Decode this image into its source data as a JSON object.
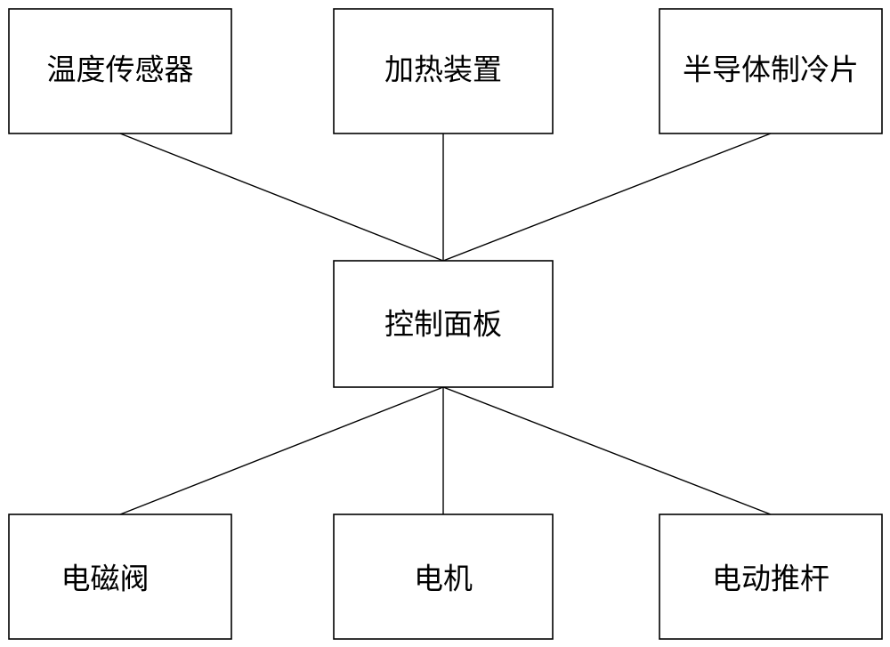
{
  "nodes": {
    "temp_sensor": {
      "label": "温度传感器"
    },
    "heater": {
      "label": "加热装置"
    },
    "peltier": {
      "label": "半导体制冷片"
    },
    "control_panel": {
      "label": "控制面板"
    },
    "solenoid_valve": {
      "label": "电磁阀"
    },
    "motor": {
      "label": "电机"
    },
    "actuator": {
      "label": "电动推杆"
    }
  },
  "edges": [
    {
      "from": "temp_sensor",
      "to": "control_panel"
    },
    {
      "from": "heater",
      "to": "control_panel"
    },
    {
      "from": "peltier",
      "to": "control_panel"
    },
    {
      "from": "control_panel",
      "to": "solenoid_valve"
    },
    {
      "from": "control_panel",
      "to": "motor"
    },
    {
      "from": "control_panel",
      "to": "actuator"
    }
  ],
  "colors": {
    "stroke": "#000000",
    "fill": "#ffffff",
    "text": "#000000"
  }
}
